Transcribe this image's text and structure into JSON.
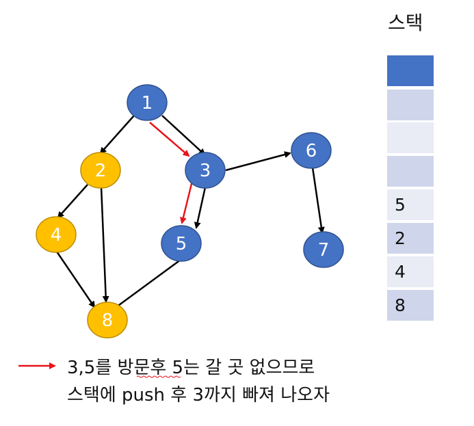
{
  "nodes": [
    {
      "id": "1",
      "label": "1",
      "state": "unvisited"
    },
    {
      "id": "2",
      "label": "2",
      "state": "visited"
    },
    {
      "id": "3",
      "label": "3",
      "state": "unvisited"
    },
    {
      "id": "4",
      "label": "4",
      "state": "visited"
    },
    {
      "id": "5",
      "label": "5",
      "state": "unvisited"
    },
    {
      "id": "6",
      "label": "6",
      "state": "unvisited"
    },
    {
      "id": "7",
      "label": "7",
      "state": "unvisited"
    },
    {
      "id": "8",
      "label": "8",
      "state": "visited"
    }
  ],
  "edges": [
    {
      "from": "1",
      "to": "2"
    },
    {
      "from": "1",
      "to": "3"
    },
    {
      "from": "2",
      "to": "4"
    },
    {
      "from": "2",
      "to": "8"
    },
    {
      "from": "4",
      "to": "8"
    },
    {
      "from": "3",
      "to": "5"
    },
    {
      "from": "3",
      "to": "6"
    },
    {
      "from": "6",
      "to": "7"
    },
    {
      "from": "5",
      "to": "8"
    }
  ],
  "highlighted_path": [
    {
      "from": "1",
      "to": "3"
    },
    {
      "from": "3",
      "to": "5"
    }
  ],
  "colors": {
    "unvisited_node": "#4472C4",
    "visited_node": "#FFC000",
    "edge": "#000000",
    "highlight_edge": "#E8141B",
    "stack_top": "#4472C4",
    "stack_dark": "#CFD5EA",
    "stack_light": "#E9EBF5"
  },
  "stack": {
    "title": "스택",
    "cells": [
      "",
      "",
      "",
      "",
      "5",
      "2",
      "4",
      "8"
    ]
  },
  "caption": {
    "line1": "3,5를 방문후 5는 갈 곳 없으므로",
    "line2": "스택에 push 후 3까지 빠져 나오자"
  }
}
